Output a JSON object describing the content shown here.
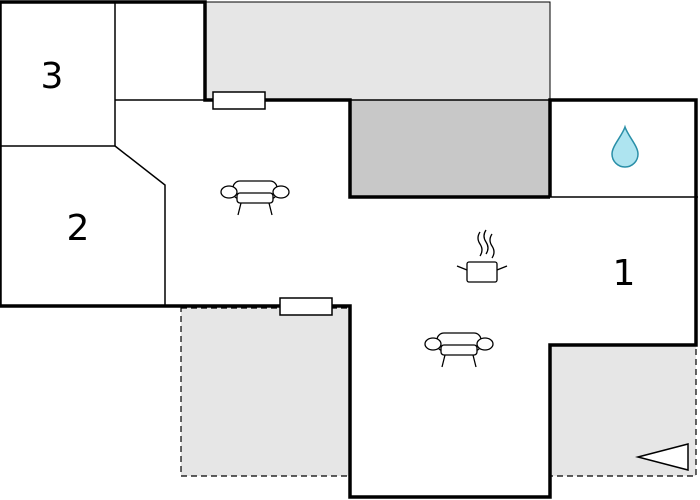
{
  "colors": {
    "wall": "#000000",
    "terrace_fill": "#e6e6e6",
    "storage_fill": "#c8c8c8",
    "water_fill": "#aee4f0",
    "water_stroke": "#2a8fa8",
    "background": "#ffffff"
  },
  "rooms": {
    "room_1": {
      "label": "1"
    },
    "room_2": {
      "label": "2"
    },
    "room_3": {
      "label": "3"
    }
  },
  "icons": {
    "sofa_upper": "sofa-icon",
    "sofa_lower": "sofa-icon",
    "cooking_pot": "cooking-pot-icon",
    "bathroom": "water-drop-icon",
    "entrance": "entrance-arrow-icon",
    "window_top": "window-icon",
    "window_bottom": "window-icon"
  }
}
